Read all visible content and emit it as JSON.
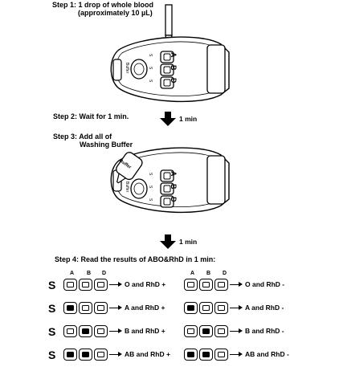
{
  "step1": {
    "label": "Step 1:",
    "text_line1": "1 drop of whole blood",
    "text_line2": "(approximately 10 µL)"
  },
  "step2": {
    "label": "Step 2:",
    "text": "Wait for 1 min.",
    "arrow_text": "1 min"
  },
  "step3": {
    "label": "Step 3:",
    "text_line1": "Add all of",
    "text_line2": "Washing Buffer",
    "bottle_label": "Buffer"
  },
  "arrow2_text": "1 min",
  "step4": {
    "label": "Step 4:",
    "text": "Read the results of ABO&RhD in 1 min:"
  },
  "device": {
    "side_label": "Buffer",
    "wells": [
      "A",
      "B",
      "D"
    ],
    "s_marks": [
      "S",
      "S",
      "S"
    ]
  },
  "columns": [
    "A",
    "B",
    "D"
  ],
  "results": [
    {
      "s": "S",
      "left_fill": [
        false,
        false,
        false
      ],
      "left_label": "O and RhD +",
      "right_fill": [
        false,
        false,
        false
      ],
      "right_label": "O and RhD -"
    },
    {
      "s": "S",
      "left_fill": [
        true,
        false,
        false
      ],
      "left_label": "A and RhD +",
      "right_fill": [
        true,
        false,
        false
      ],
      "right_label": "A and RhD -"
    },
    {
      "s": "S",
      "left_fill": [
        false,
        true,
        false
      ],
      "left_label": "B and RhD +",
      "right_fill": [
        false,
        true,
        false
      ],
      "right_label": "B and RhD -"
    },
    {
      "s": "S",
      "left_fill": [
        true,
        true,
        false
      ],
      "left_label": "AB and RhD +",
      "right_fill": [
        true,
        true,
        false
      ],
      "right_label": "AB and RhD -"
    }
  ]
}
